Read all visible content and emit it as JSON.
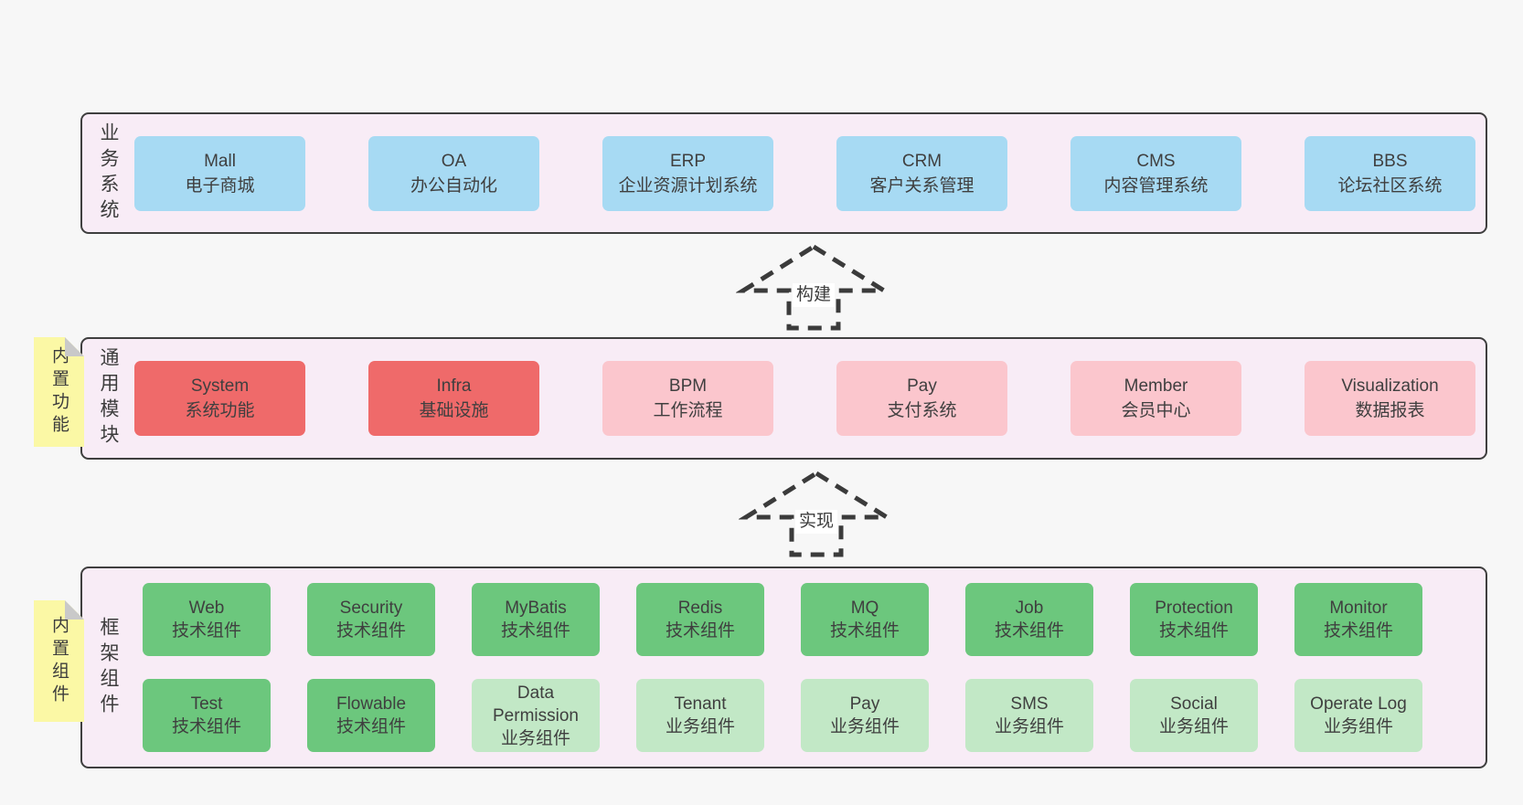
{
  "colors": {
    "page_bg": "#f7f7f7",
    "band_bg": "#f8ecf6",
    "band_border": "#3f3f3f",
    "box_blue": "#a7daf3",
    "box_red": "#ef6a6a",
    "box_pink": "#fbc6cd",
    "box_green": "#6cc77d",
    "box_light_green": "#c2e8c6",
    "sticky_yellow": "#fbf8a5",
    "sticky_fold_gray": "#c9c9c9",
    "text": "#3c3c3c"
  },
  "bands": {
    "business": {
      "label": "业务系统",
      "boxes": [
        {
          "title": "Mall",
          "subtitle": "电子商城"
        },
        {
          "title": "OA",
          "subtitle": "办公自动化"
        },
        {
          "title": "ERP",
          "subtitle": "企业资源计划系统"
        },
        {
          "title": "CRM",
          "subtitle": "客户关系管理"
        },
        {
          "title": "CMS",
          "subtitle": "内容管理系统"
        },
        {
          "title": "BBS",
          "subtitle": "论坛社区系统"
        }
      ]
    },
    "modules": {
      "label": "通用模块",
      "sticky": "内置功能",
      "boxes": [
        {
          "title": "System",
          "subtitle": "系统功能"
        },
        {
          "title": "Infra",
          "subtitle": "基础设施"
        },
        {
          "title": "BPM",
          "subtitle": "工作流程"
        },
        {
          "title": "Pay",
          "subtitle": "支付系统"
        },
        {
          "title": "Member",
          "subtitle": "会员中心"
        },
        {
          "title": "Visualization",
          "subtitle": "数据报表"
        }
      ]
    },
    "components": {
      "label": "框架组件",
      "sticky": "内置组件",
      "rows": [
        [
          {
            "title": "Web",
            "subtitle": "技术组件"
          },
          {
            "title": "Security",
            "subtitle": "技术组件"
          },
          {
            "title": "MyBatis",
            "subtitle": "技术组件"
          },
          {
            "title": "Redis",
            "subtitle": "技术组件"
          },
          {
            "title": "MQ",
            "subtitle": "技术组件"
          },
          {
            "title": "Job",
            "subtitle": "技术组件"
          },
          {
            "title": "Protection",
            "subtitle": "技术组件"
          },
          {
            "title": "Monitor",
            "subtitle": "技术组件"
          }
        ],
        [
          {
            "title": "Test",
            "subtitle": "技术组件"
          },
          {
            "title": "Flowable",
            "subtitle": "技术组件"
          },
          {
            "title": "Data Permission",
            "subtitle": "业务组件"
          },
          {
            "title": "Tenant",
            "subtitle": "业务组件"
          },
          {
            "title": "Pay",
            "subtitle": "业务组件"
          },
          {
            "title": "SMS",
            "subtitle": "业务组件"
          },
          {
            "title": "Social",
            "subtitle": "业务组件"
          },
          {
            "title": "Operate Log",
            "subtitle": "业务组件"
          }
        ]
      ]
    }
  },
  "arrows": [
    {
      "label": "构建"
    },
    {
      "label": "实现"
    }
  ]
}
